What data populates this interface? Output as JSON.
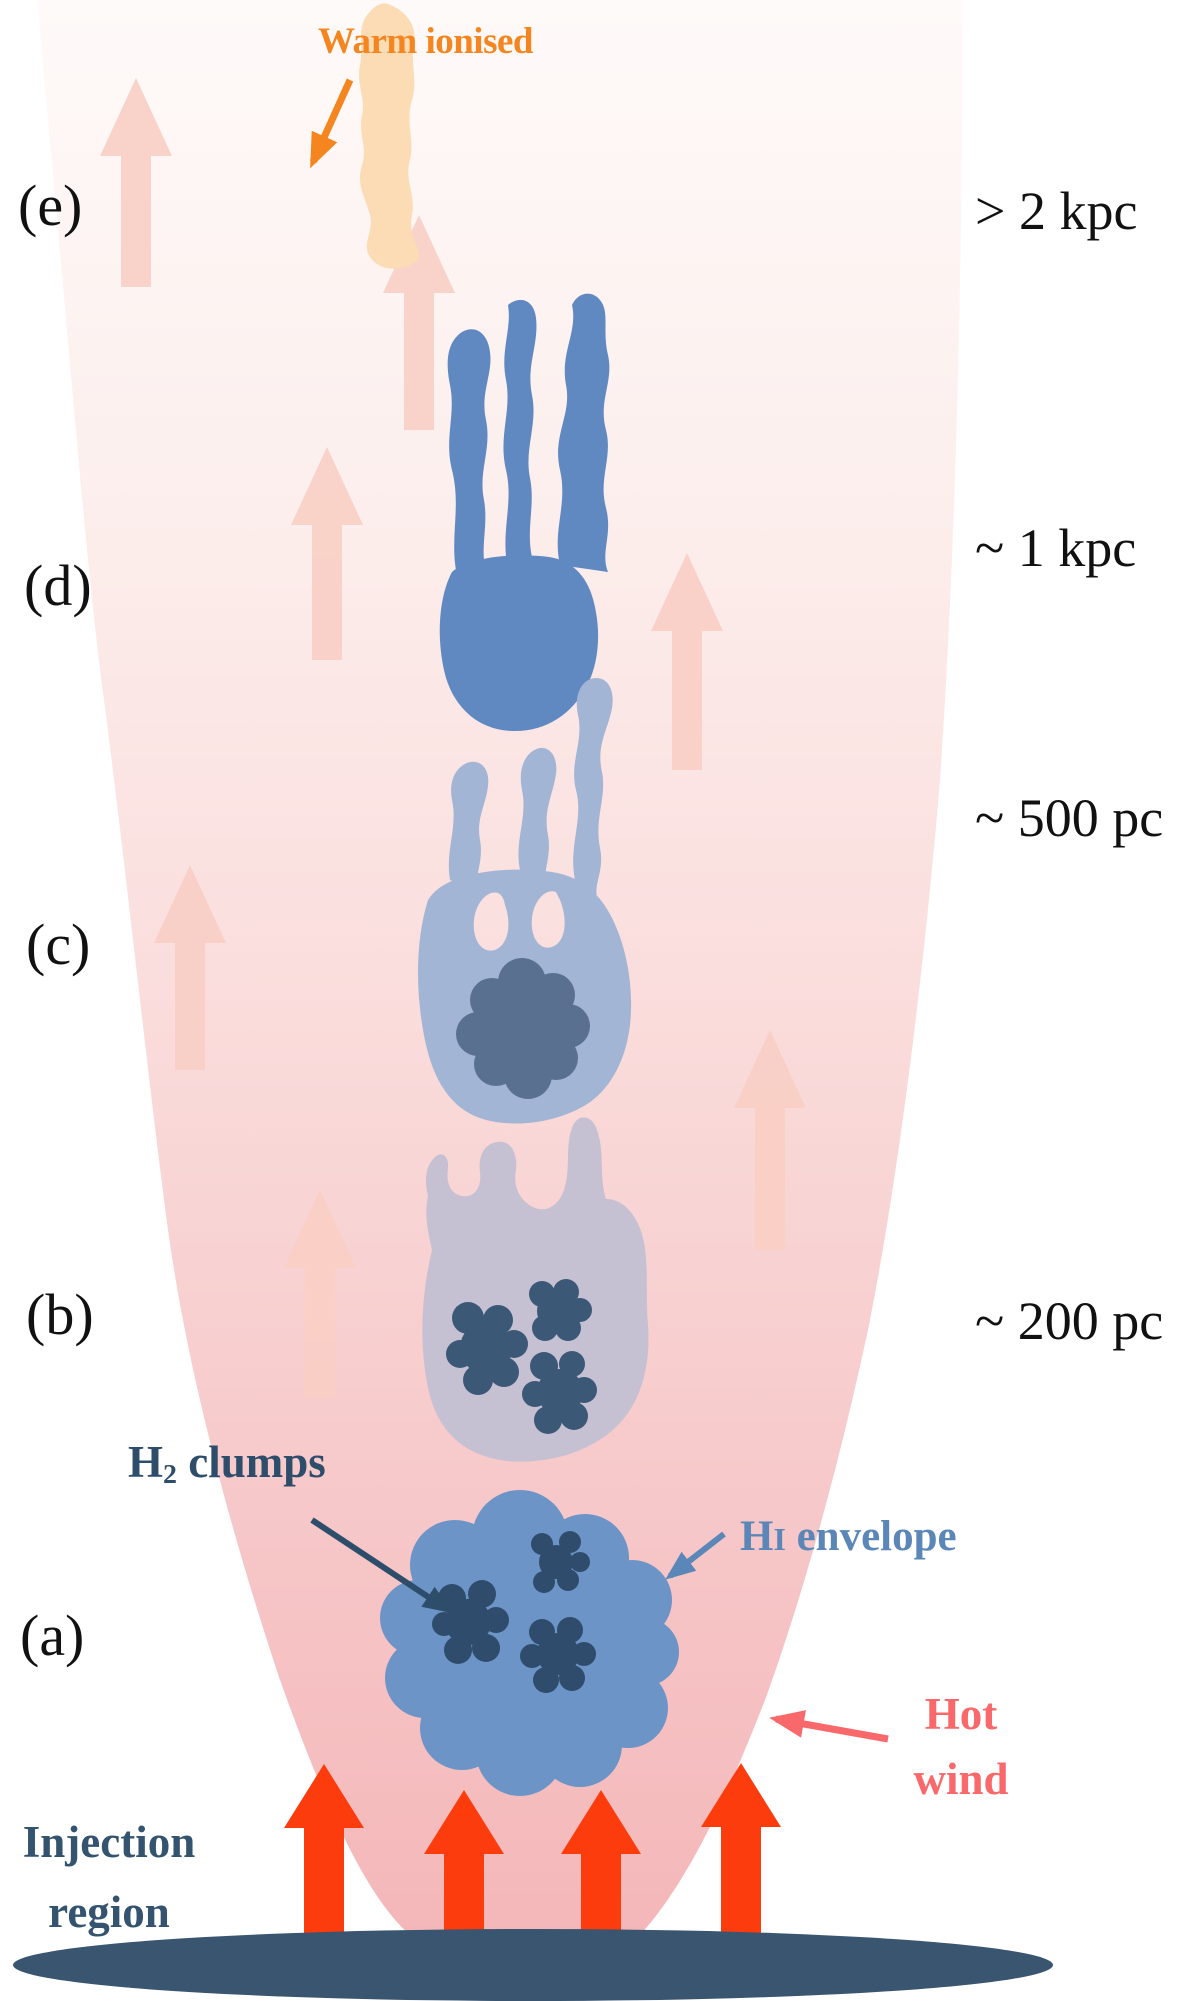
{
  "stage_labels": [
    "(e)",
    "(d)",
    "(c)",
    "(b)",
    "(a)"
  ],
  "distance_labels": [
    "> 2 kpc",
    "~ 1 kpc",
    "~ 500 pc",
    "~ 200 pc"
  ],
  "annotations": {
    "warm_ionised": "Warm ionised",
    "h2_prefix": "H",
    "h2_sub": "2",
    "h2_suffix": " clumps",
    "hi_prefix": "H",
    "hi_smallcap": "I",
    "hi_suffix": " envelope",
    "hot_line1": "Hot",
    "hot_line2": "wind",
    "injection_line1": "Injection",
    "injection_line2": "region"
  },
  "colors": {
    "cone_top": "#FEFAF9",
    "cone_bottom": "#F4B7B9",
    "faint_arrow": "#F8CEC4",
    "warm_cloud": "#FBDCB4",
    "warm_accent": "#F5861F",
    "stage_d_cloud": "#6089C1",
    "stage_c_cloud": "#A3B5D5",
    "stage_c_clump": "#5A7090",
    "stage_b_cloud": "#C6C0D3",
    "stage_b_clump": "#3B5877",
    "stage_a_cloud": "#6D94C7",
    "stage_a_clump": "#2F4C6D",
    "injection_arrow": "#FC3C0C",
    "disk": "#3A5570",
    "h2_accent": "#2E4D6B",
    "hi_accent": "#5B87B8",
    "hot_accent": "#F9686A",
    "injection_text": "#33536F",
    "label_text": "#111111"
  }
}
